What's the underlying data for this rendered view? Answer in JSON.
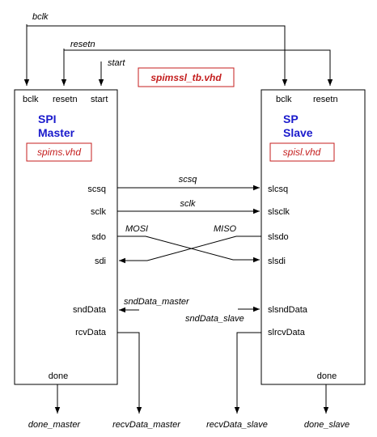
{
  "testbench": {
    "file": "spimssl_tb.vhd"
  },
  "inputs": {
    "bclk": "bclk",
    "resetn": "resetn",
    "start": "start"
  },
  "master": {
    "title_line1": "SPI",
    "title_line2": "Master",
    "file": "spims.vhd",
    "ports": {
      "bclk": "bclk",
      "resetn": "resetn",
      "start": "start",
      "scsq": "scsq",
      "sclk": "sclk",
      "sdo": "sdo",
      "sdi": "sdi",
      "sndData": "sndData",
      "rcvData": "rcvData",
      "done": "done"
    }
  },
  "slave": {
    "title_line1": "SP",
    "title_line2": "Slave",
    "file": "spisl.vhd",
    "ports": {
      "bclk": "bclk",
      "resetn": "resetn",
      "slcsq": "slcsq",
      "slsclk": "slsclk",
      "slsdo": "slsdo",
      "slsdi": "slsdi",
      "slsndData": "slsndData",
      "slrcvData": "slrcvData",
      "done": "done"
    }
  },
  "signals": {
    "scsq": "scsq",
    "sclk": "sclk",
    "mosi": "MOSI",
    "miso": "MISO",
    "sndData_master": "sndData_master",
    "sndData_slave": "sndData_slave"
  },
  "outputs": {
    "done_master": "done_master",
    "recvData_master": "recvData_master",
    "recvData_slave": "recvData_slave",
    "done_slave": "done_slave"
  },
  "colors": {
    "title": "#1a1acc",
    "file": "#c41e1e",
    "line": "#000000"
  }
}
